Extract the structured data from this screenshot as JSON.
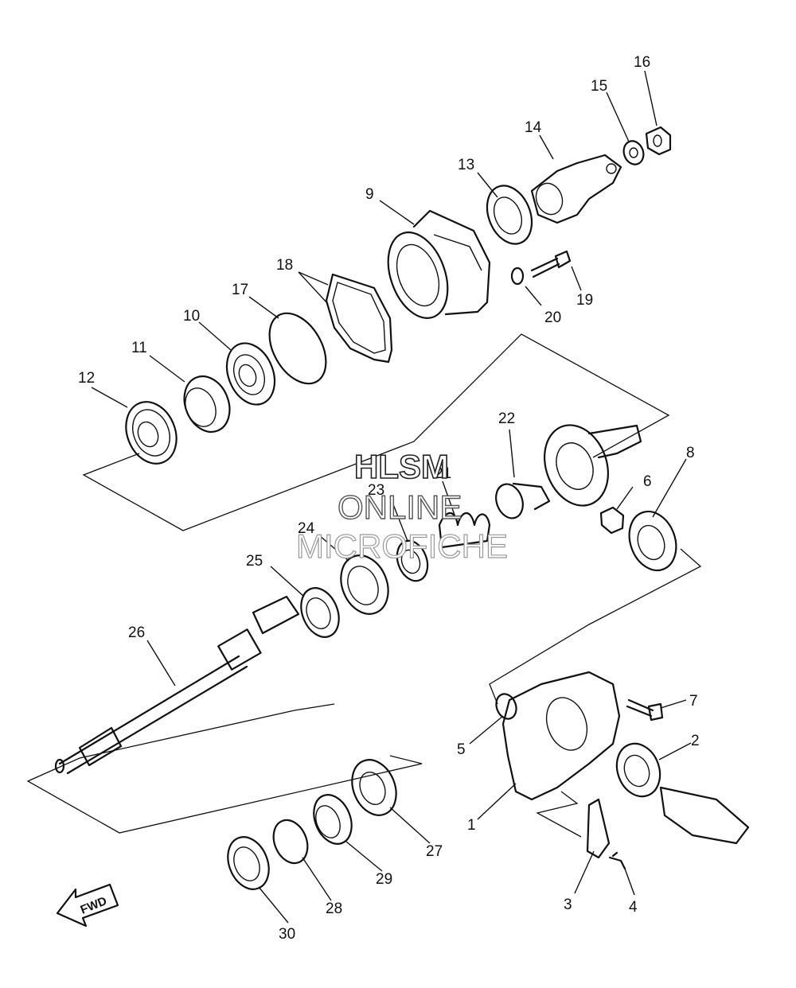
{
  "labels": [
    "1",
    "2",
    "3",
    "4",
    "5",
    "6",
    "7",
    "8",
    "9",
    "10",
    "11",
    "12",
    "13",
    "14",
    "15",
    "16",
    "17",
    "18",
    "19",
    "20",
    "21",
    "22",
    "23",
    "24",
    "25",
    "26",
    "27",
    "28",
    "29",
    "30"
  ],
  "watermark": {
    "line1": "HLSM",
    "line2": "ONLINE",
    "line3": "MICROFICHE"
  },
  "direction_marker": "FWD"
}
